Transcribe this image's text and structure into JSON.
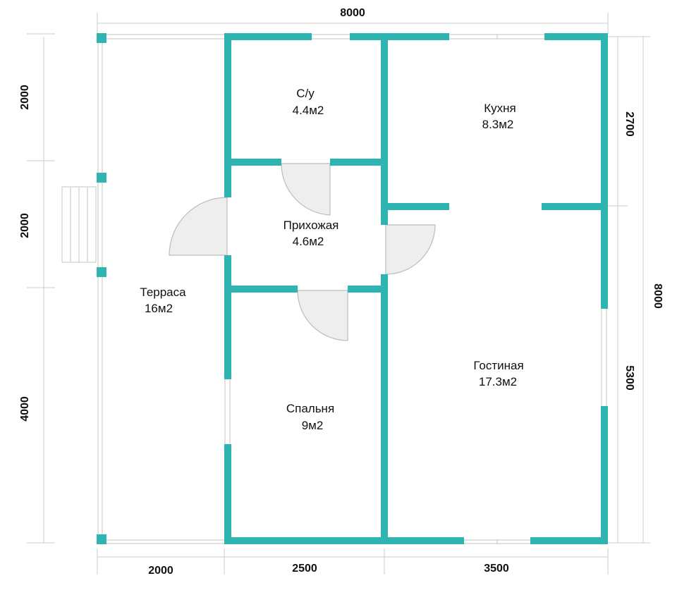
{
  "plan": {
    "colors": {
      "wall": "#2eb5b1",
      "door_fill": "#eeeeee",
      "door_stroke": "#bcbcbc",
      "terrace": "#cfcfcf",
      "dim_line": "#cccccc"
    },
    "rooms": {
      "bathroom": {
        "name": "С/у",
        "area": "4.4м2"
      },
      "kitchen": {
        "name": "Кухня",
        "area": "8.3м2"
      },
      "hallway": {
        "name": "Прихожая",
        "area": "4.6м2"
      },
      "terrace": {
        "name": "Терраса",
        "area": "16м2"
      },
      "living": {
        "name": "Гостиная",
        "area": "17.3м2"
      },
      "bedroom": {
        "name": "Спальня",
        "area": "9м2"
      }
    },
    "dimensions": {
      "top": "8000",
      "bottom": [
        "2000",
        "2500",
        "3500"
      ],
      "left": [
        "2000",
        "2000",
        "4000"
      ],
      "right_total": "8000",
      "right": [
        "2700",
        "5300"
      ]
    }
  }
}
